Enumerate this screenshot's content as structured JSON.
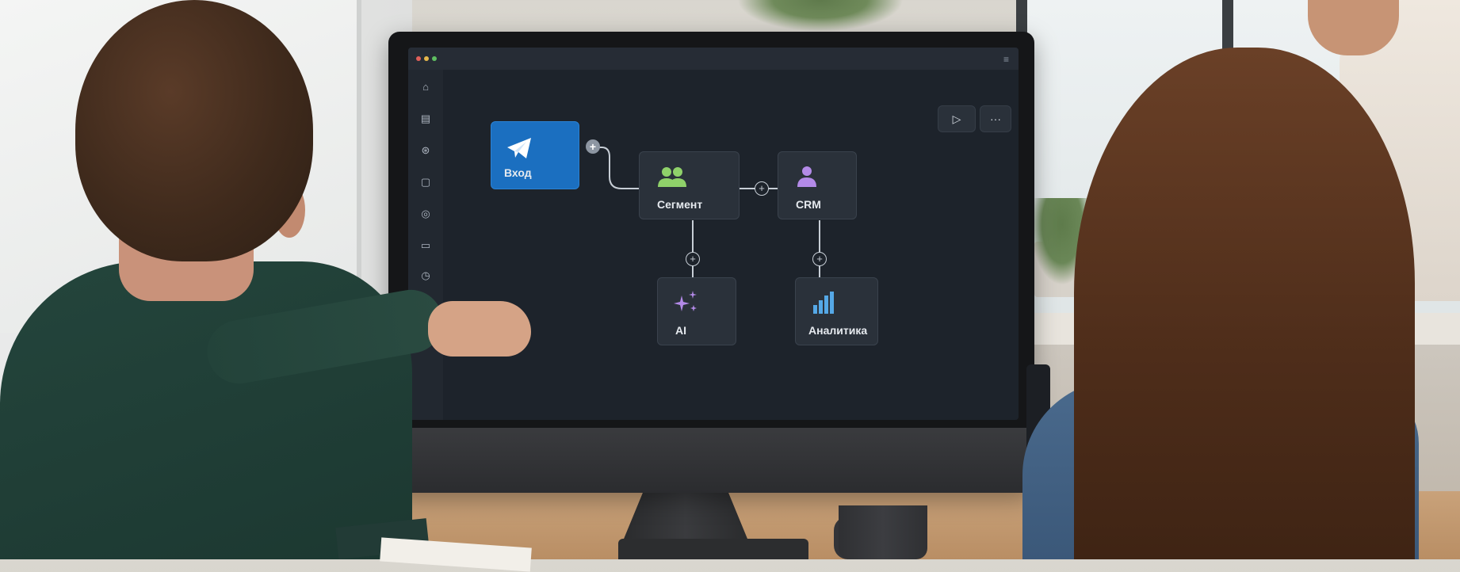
{
  "app": {
    "title_dots": [
      {
        "name": "close",
        "color": "#e0605a"
      },
      {
        "name": "minimize",
        "color": "#e7b84c"
      },
      {
        "name": "maximize",
        "color": "#5fbf61"
      }
    ],
    "menu_icon": "hamburger-icon"
  },
  "sidebar": {
    "items": [
      {
        "icon": "home-icon",
        "glyph": "⌂"
      },
      {
        "icon": "document-icon",
        "glyph": "▤"
      },
      {
        "icon": "integrations-icon",
        "glyph": "⊛"
      },
      {
        "icon": "square-icon",
        "glyph": "▢"
      },
      {
        "icon": "users-icon",
        "glyph": "◎"
      },
      {
        "icon": "chat-icon",
        "glyph": "▭"
      },
      {
        "icon": "clock-icon",
        "glyph": "◷"
      }
    ]
  },
  "toolbar": {
    "run_icon": "play-icon",
    "run_glyph": "▷",
    "more_icon": "more-icon",
    "more_glyph": "···"
  },
  "flow": {
    "nodes": {
      "entry": {
        "label": "Вход",
        "icon": "telegram-plane-icon",
        "color": "#1b6fc0"
      },
      "segment": {
        "label": "Сегмент",
        "icon": "users-group-icon",
        "color": "#8fd16a"
      },
      "crm": {
        "label": "CRM",
        "icon": "person-icon",
        "color": "#b38ae8"
      },
      "ai": {
        "label": "AI",
        "icon": "sparkles-icon",
        "color": "#b38ae8"
      },
      "analytics": {
        "label": "Аналитика",
        "icon": "bar-chart-icon",
        "color": "#55a8e6"
      }
    },
    "add_glyph": "+"
  }
}
